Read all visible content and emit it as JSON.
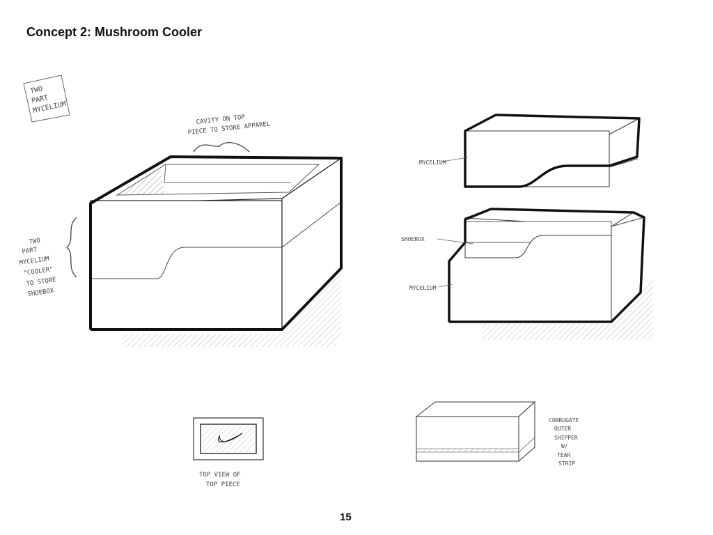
{
  "title": "Concept 2: Mushroom Cooler",
  "page_number": "15",
  "annotations": {
    "two_part_box": [
      "TWO",
      "PART",
      "MYCELIUM"
    ],
    "cavity": [
      "CAVITY ON TOP",
      "PIECE TO STORE APPAREL"
    ],
    "cooler": [
      "TWO",
      "PART",
      "MYCELIUM",
      "\"COOLER\"",
      "TO STORE",
      "SHOEBOX"
    ],
    "mycelium_top": "MYCELIUM",
    "shoebox": "SHOEBOX",
    "mycelium_bottom": "MYCELIUM",
    "top_view": [
      "TOP VIEW OF",
      "TOP PIECE"
    ],
    "corrugate": [
      "CORRUGATE",
      "OUTER",
      "SHIPPER",
      "W/",
      "TEAR",
      "STRIP"
    ]
  }
}
